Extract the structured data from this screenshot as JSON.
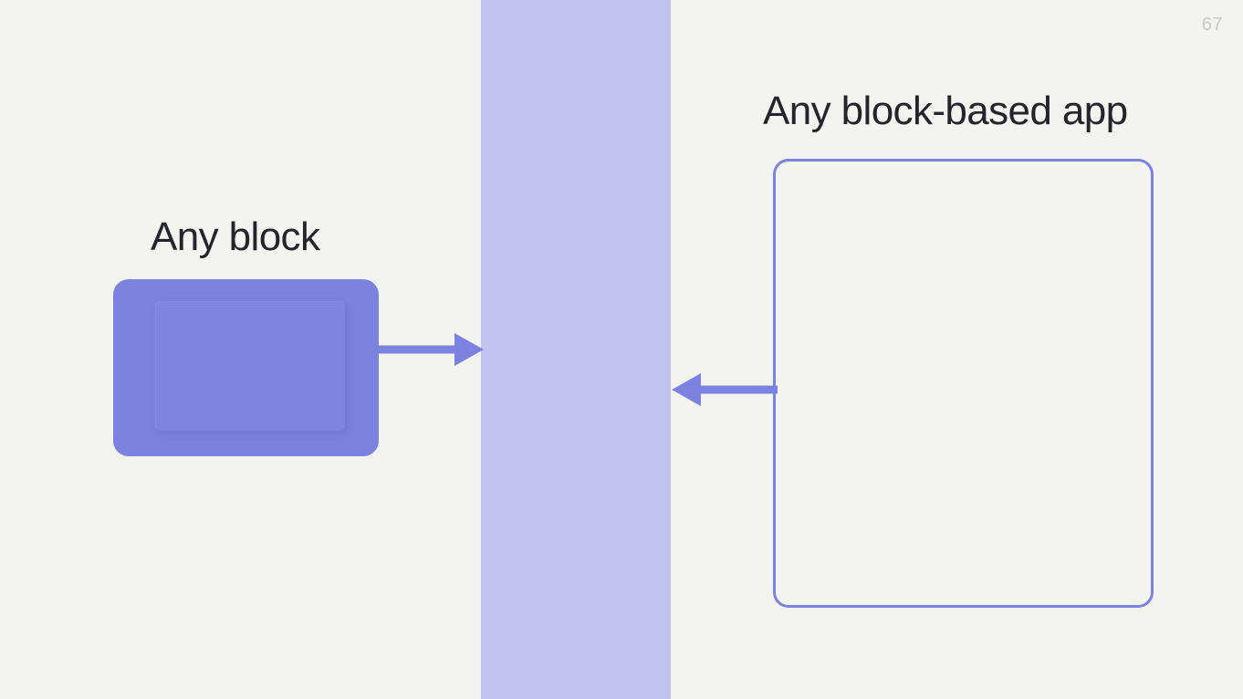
{
  "slide": {
    "page_number": "67",
    "background_color": "#f3f4ef",
    "accent_color": "#7b82e0",
    "band_color": "#c0c3ed",
    "text_color": "#24242b",
    "page_number_color": "#c8c9c4"
  },
  "left": {
    "heading": "Any block",
    "block_label": "",
    "icon": "rounded-rectangle-block"
  },
  "right": {
    "heading": "Any block-based app",
    "box_label": "",
    "icon": "rounded-rectangle-outline"
  },
  "arrows": [
    {
      "name": "arrow-right",
      "direction": "right",
      "color": "#7b82e0"
    },
    {
      "name": "arrow-left",
      "direction": "left",
      "color": "#7b82e0"
    }
  ]
}
